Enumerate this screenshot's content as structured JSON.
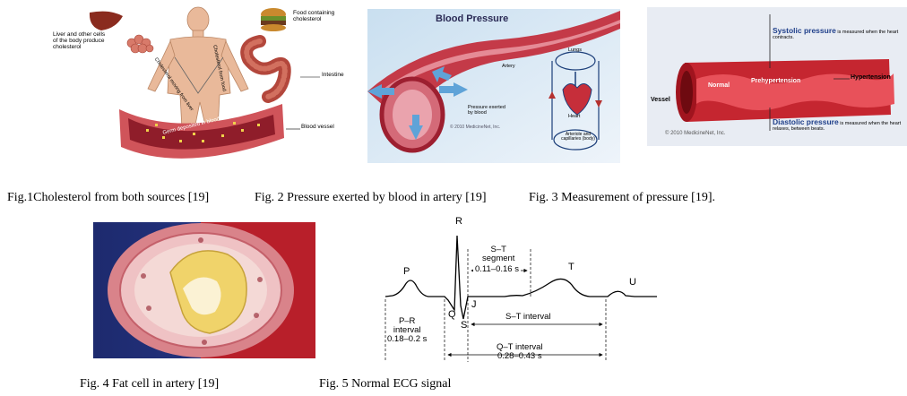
{
  "fig1": {
    "label_liver": "Liver and other cells of the body produce cholesterol",
    "label_food": "Food containing cholesterol",
    "label_intestine": "Intestine",
    "label_vessel": "Blood vessel",
    "label_diag1": "Cholesterol moving from liver",
    "label_diag2": "Cholesterol from food",
    "label_germ": "Germ deposited in blood vessels",
    "caption": "Fig.1Cholesterol from both sources [19]"
  },
  "fig2": {
    "title": "Blood Pressure",
    "label_artery": "Artery",
    "label_lungs": "Lungs",
    "label_heart": "Heart",
    "label_pressure": "Pressure exerted by blood",
    "label_capillaries": "Arteriole and capillaries (body)",
    "copyright": "© 2010 MedicineNet, Inc.",
    "caption": "Fig. 2  Pressure exerted by blood in artery [19]"
  },
  "fig3": {
    "systolic_bold": "Systolic pressure",
    "systolic_rest": "is measured when the heart contracts.",
    "diastolic_bold": "Diastolic pressure",
    "diastolic_rest": "is measured when the heart relaxes, between beats.",
    "vessel": "Vessel",
    "normal": "Normal",
    "prehypertension": "Prehypertension",
    "hypertension": "Hypertension",
    "copyright": "© 2010 MedicineNet, Inc.",
    "caption": "Fig. 3    Measurement of pressure [19]."
  },
  "fig4": {
    "caption": "Fig. 4   Fat cell in artery [19]"
  },
  "fig5": {
    "wave_p": "P",
    "wave_q": "Q",
    "wave_r": "R",
    "wave_s": "S",
    "wave_t": "T",
    "wave_u": "U",
    "wave_j": "J",
    "st_segment_1": "S–T",
    "st_segment_2": "segment",
    "st_segment_3": "0.11–0.16 s",
    "pr_1": "P–R",
    "pr_2": "interval",
    "pr_3": "0.18–0.2 s",
    "st_interval": "S–T interval",
    "qt_1": "Q–T interval",
    "qt_2": "0.28–0.43 s",
    "caption": "Fig. 5   Normal ECG signal"
  },
  "colors": {
    "artery_red": "#b0202a",
    "fig3_blue": "#1f3f8a",
    "fig4_navy": "#1d2a6e"
  }
}
